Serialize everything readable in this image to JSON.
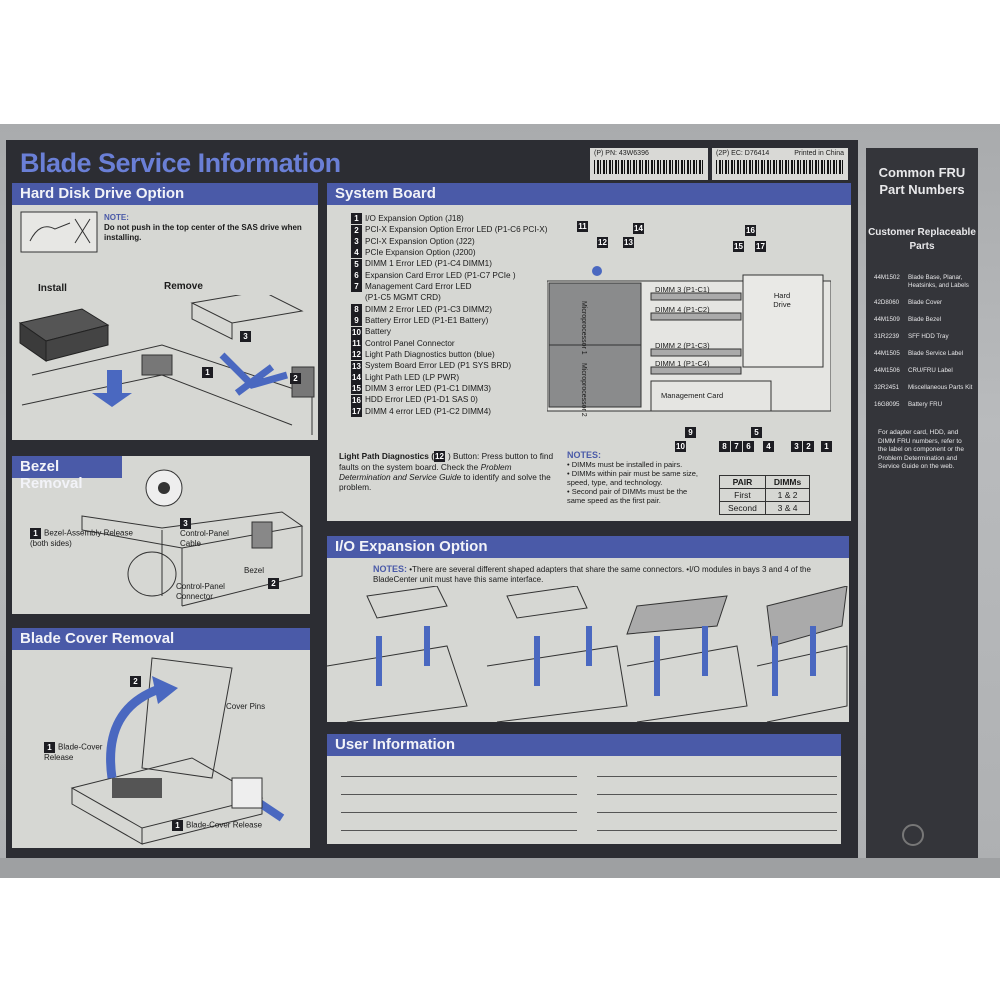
{
  "title": "Blade Service Information",
  "part_numbers": {
    "pn": "(P) PN: 43W6396",
    "ec": "(2P) EC: D76414",
    "printed": "Printed in China"
  },
  "hdd": {
    "heading": "Hard Disk Drive Option",
    "note_title": "NOTE:",
    "note_text": "Do not push in the top center of the SAS drive when installing.",
    "install": "Install",
    "remove": "Remove",
    "callout_1": "1",
    "callout_2": "2",
    "callout_3": "3"
  },
  "bezel": {
    "heading": "Bezel Removal",
    "release": "Bezel-Assembly Release (both sides)",
    "cable": "Control-Panel Cable",
    "bezel": "Bezel",
    "connector": "Control-Panel Connector",
    "n1": "1",
    "n2": "2",
    "n3": "3"
  },
  "cover": {
    "heading": "Blade Cover Removal",
    "pins": "Cover Pins",
    "release_top": "Blade-Cover Release",
    "release_bottom": "Blade-Cover Release",
    "n1a": "1",
    "n1b": "1",
    "n2": "2"
  },
  "system_board": {
    "heading": "System Board",
    "items": [
      {
        "n": "1",
        "t": "I/O Expansion Option (J18)"
      },
      {
        "n": "2",
        "t": "PCI-X Expansion Option Error LED (P1-C6 PCI-X)"
      },
      {
        "n": "3",
        "t": "PCI-X Expansion Option (J22)"
      },
      {
        "n": "4",
        "t": "PCIe Expansion  Option (J200)"
      },
      {
        "n": "5",
        "t": "DIMM 1 Error LED (P1-C4 DIMM1)"
      },
      {
        "n": "6",
        "t": "Expansion Card Error LED (P1-C7 PCIe )"
      },
      {
        "n": "7",
        "t": "Management Card Error LED"
      },
      {
        "n": "",
        "t": "(P1-C5 MGMT CRD)"
      },
      {
        "n": "8",
        "t": "DIMM 2 Error LED (P1-C3 DIMM2)"
      },
      {
        "n": "9",
        "t": "Battery Error LED (P1-E1 Battery)"
      },
      {
        "n": "10",
        "t": "Battery"
      },
      {
        "n": "11",
        "t": "Control Panel Connector"
      },
      {
        "n": "12",
        "t": "Light Path Diagnostics button (blue)"
      },
      {
        "n": "13",
        "t": "System Board Error LED (P1 SYS BRD)"
      },
      {
        "n": "14",
        "t": "Light Path LED (LP PWR)"
      },
      {
        "n": "15",
        "t": "DIMM 3 error LED (P1-C1 DIMM3)"
      },
      {
        "n": "16",
        "t": "HDD Error LED (P1-D1 SAS 0)"
      },
      {
        "n": "17",
        "t": "DIMM 4 error LED (P1-C2 DIMM4)"
      }
    ],
    "board_labels": {
      "dimm3": "DIMM 3 (P1-C1)",
      "dimm4": "DIMM 4 (P1-C2)",
      "dimm2": "DIMM 2 (P1-C3)",
      "dimm1": "DIMM 1 (P1-C4)",
      "hdd": "Hard Drive",
      "mgmt": "Management Card",
      "mp1": "Microprocessor 1",
      "mp2": "Microprocessor 2"
    },
    "callouts_top": [
      "11",
      "14",
      "12",
      "13",
      "16",
      "15",
      "17"
    ],
    "callouts_bottom": [
      "10",
      "9",
      "8",
      "7",
      "6",
      "5",
      "4",
      "3",
      "2",
      "1"
    ],
    "lpd_title": "Light Path Diagnostics (",
    "lpd_num": "12",
    "lpd_rest": ") Button:  Press button to find faults on the system board.  Check the",
    "lpd_italic": "Problem Determination and Service Guide",
    "lpd_end": "to identify and solve the problem.",
    "notes_title": "NOTES:",
    "notes": [
      "DIMMs must be installed in pairs.",
      "DIMMs within pair must be same size, speed, type, and technology.",
      "Second pair of DIMMs must be the same speed as the first pair."
    ],
    "pair_table": {
      "headers": [
        "PAIR",
        "DIMMs"
      ],
      "rows": [
        [
          "First",
          "1 & 2"
        ],
        [
          "Second",
          "3 & 4"
        ]
      ]
    }
  },
  "io": {
    "heading": "I/O Expansion Option",
    "notes_title": "NOTES:",
    "notes_text": "•There are several different  shaped  adapters that share the same connectors.  •I/O modules in bays 3 and 4 of the BladeCenter unit  must have this same interface."
  },
  "user": {
    "heading": "User Information"
  },
  "sidebar": {
    "heading": "Common FRU Part Numbers",
    "sub": "Customer Replaceable Parts",
    "items": [
      {
        "pn": "44M1502",
        "desc": "Blade Base, Planar, Heatsinks, and Labels"
      },
      {
        "pn": "42D8060",
        "desc": "Blade Cover"
      },
      {
        "pn": "44M1509",
        "desc": "Blade Bezel"
      },
      {
        "pn": "31R2239",
        "desc": "SFF HDD Tray"
      },
      {
        "pn": "44M1505",
        "desc": "Blade Service Label"
      },
      {
        "pn": "44M1506",
        "desc": "CRU/FRU Label"
      },
      {
        "pn": "32R2451",
        "desc": "Miscellaneous Parts Kit"
      },
      {
        "pn": "16G8095",
        "desc": "Battery FRU"
      }
    ],
    "footer": "For adapter card, HDD, and DIMM FRU numbers, refer to the label on component or the Problem Determination and Service Guide on the web."
  }
}
